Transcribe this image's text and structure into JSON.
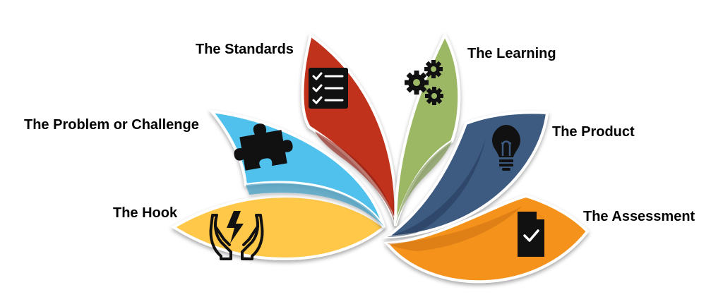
{
  "diagram": {
    "petals": [
      {
        "id": "hook",
        "label": "The Hook",
        "color": "#FFC84A",
        "icon": "hands-lightning-icon"
      },
      {
        "id": "problem",
        "label": "The Problem or Challenge",
        "color": "#4FC1EC",
        "icon": "puzzle-piece-icon"
      },
      {
        "id": "standards",
        "label": "The Standards",
        "color": "#C0311B",
        "icon": "checklist-icon"
      },
      {
        "id": "learning",
        "label": "The Learning",
        "color": "#9CB865",
        "icon": "gears-icon"
      },
      {
        "id": "product",
        "label": "The Product",
        "color": "#3D5A80",
        "icon": "lightbulb-icon"
      },
      {
        "id": "assessment",
        "label": "The Assessment",
        "color": "#F5921E",
        "icon": "document-check-icon"
      }
    ]
  }
}
